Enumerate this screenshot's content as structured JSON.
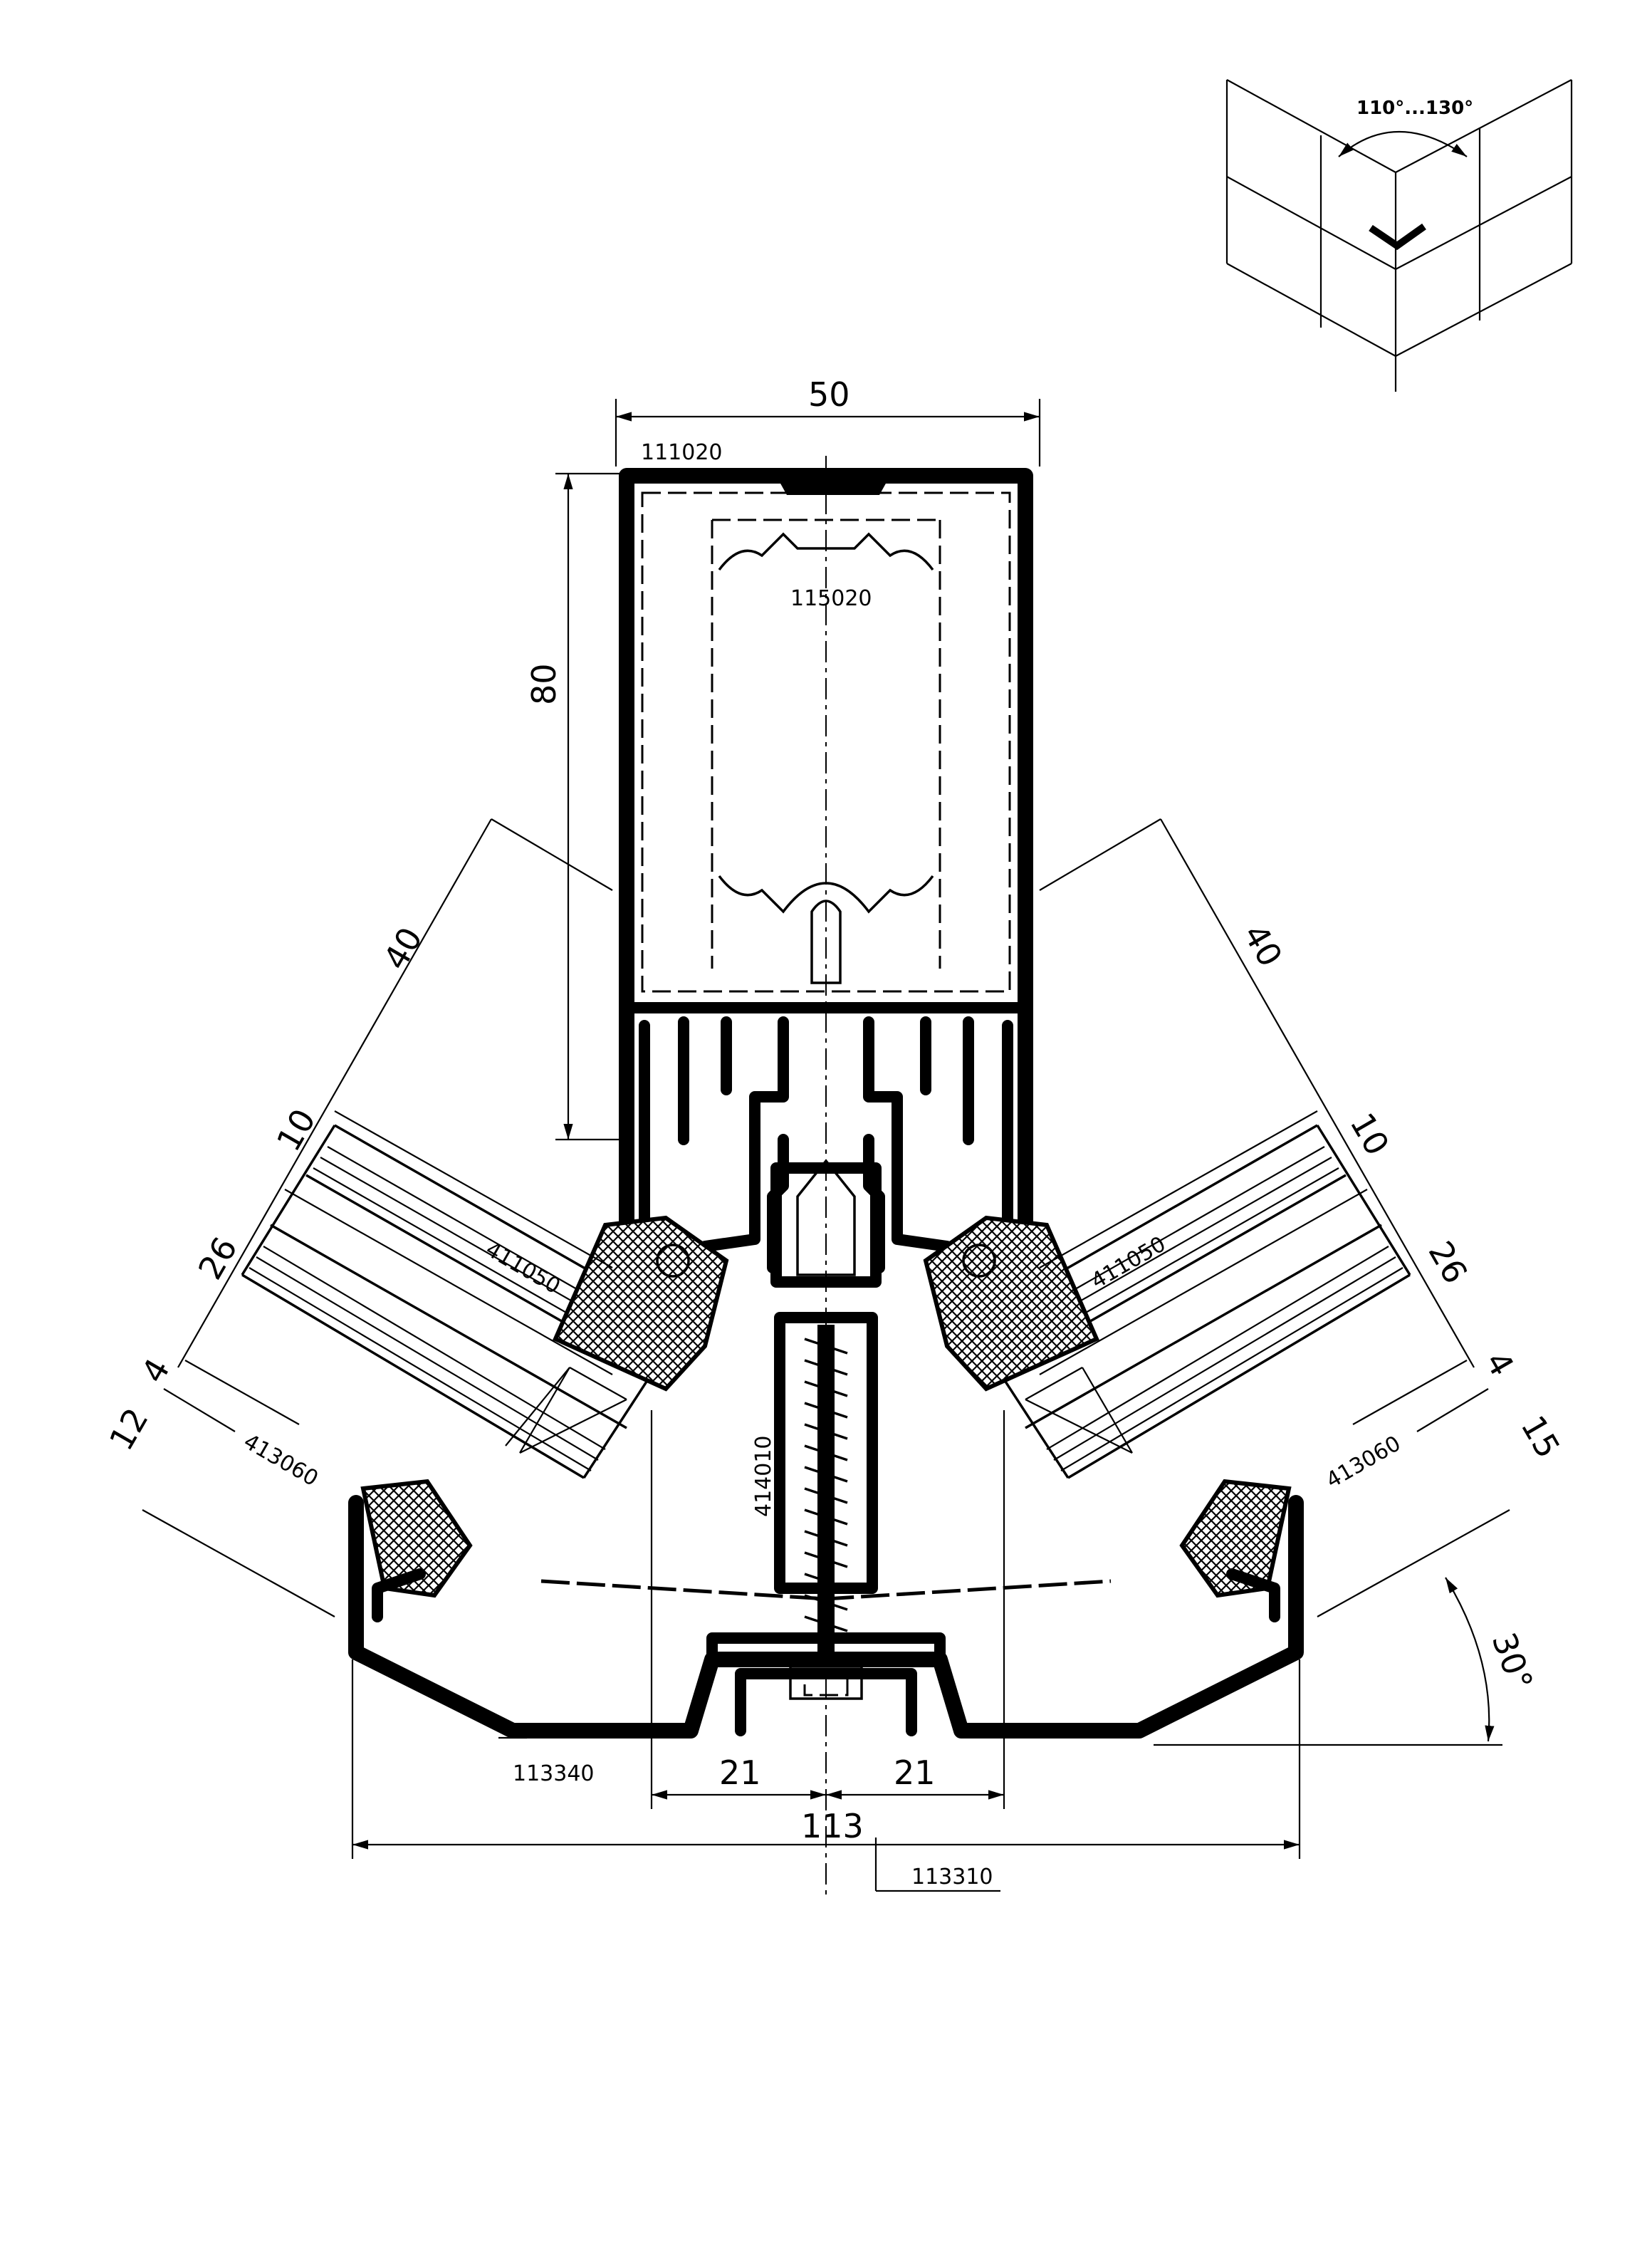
{
  "drawing": {
    "angle_range": "110°...130°",
    "profiles": {
      "mullion": "111020",
      "insert": "115020",
      "gasket_left": "411050",
      "gasket_right": "411050",
      "pressure_gasket_left": "413060",
      "pressure_gasket_right": "413060",
      "screw_part": "414010",
      "pressure_plate": "113340",
      "cover_cap": "113310"
    },
    "dimensions": {
      "width_top": "50",
      "height": "80",
      "left_40": "40",
      "left_10": "10",
      "left_26": "26",
      "left_4": "4",
      "left_12": "12",
      "right_40": "40",
      "right_10": "10",
      "right_26": "26",
      "right_4": "4",
      "right_15": "15",
      "bottom_left_21": "21",
      "bottom_right_21": "21",
      "bottom_total": "113",
      "angle": "30°"
    }
  }
}
